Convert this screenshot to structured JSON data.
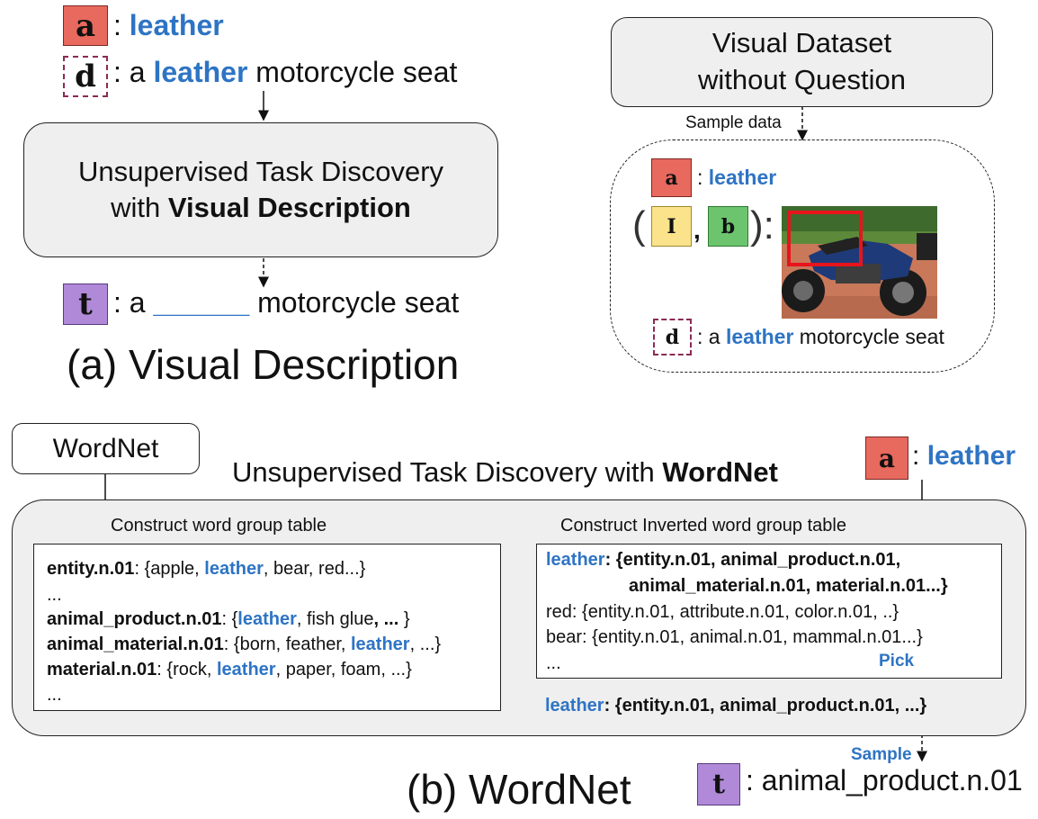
{
  "badges": {
    "a": "a",
    "d": "d",
    "t": "t",
    "i": "I",
    "b": "b"
  },
  "panel_a": {
    "attr_sep": ":",
    "attr_value": "leather",
    "desc_prefix": ": a",
    "desc_highlight": "leather",
    "desc_suffix": "motorcycle seat",
    "box_line1": "Unsupervised Task Discovery",
    "box_line2_prefix": "with",
    "box_line2_bold": "Visual Description",
    "task_prefix": ": a",
    "task_blank": "______",
    "task_suffix": "motorcycle seat",
    "caption": "(a) Visual Description"
  },
  "dataset": {
    "title_line1": "Visual Dataset",
    "title_line2": "without Question",
    "sample_label": "Sample data",
    "attr_sep": ":",
    "attr_value": "leather",
    "paren_open": "(",
    "comma": ",",
    "paren_close": "):",
    "desc_prefix": ": a",
    "desc_highlight": "leather",
    "desc_suffix": "motorcycle seat"
  },
  "panel_b": {
    "wordnet_box": "WordNet",
    "title_prefix": "Unsupervised Task Discovery with",
    "title_bold": "WordNet",
    "attr_sep": ":",
    "attr_value": "leather",
    "construct_label": "Construct word group table",
    "inverted_label": "Construct Inverted word group table",
    "left_table": {
      "r1_key": "entity.n.01",
      "r1_a": ": {apple,",
      "r1_hl": "leather",
      "r1_b": ", bear, red...}",
      "r2": "...",
      "r3_key": "animal_product.n.01",
      "r3_a": ": {",
      "r3_hl": "leather",
      "r3_b": ", fish glue",
      "r3_c": ", ...",
      "r3_d": " }",
      "r4_key": "animal_material.n.01",
      "r4_a": ": {born, feather,",
      "r4_hl": "leather",
      "r4_b": ", ...}",
      "r5_key": "material.n.01",
      "r5_a": ": {rock,",
      "r5_hl": "leather",
      "r5_b": ", paper, foam, ...}",
      "r6": "..."
    },
    "right_table": {
      "r1_hl": "leather",
      "r1_bold": ": {entity.n.01, animal_product.n.01,",
      "r2_bold": "animal_material.n.01, material.n.01...}",
      "r3": "red: {entity.n.01, attribute.n.01, color.n.01, ..}",
      "r4": "bear: {entity.n.01,  animal.n.01, mammal.n.01...}",
      "r5": "...",
      "pick": "Pick"
    },
    "result_hl": "leather",
    "result_bold": ": {entity.n.01, animal_product.n.01, ...}",
    "sample_label": "Sample",
    "task_value": ": animal_product.n.01",
    "caption": "(b) WordNet"
  },
  "colors": {
    "accent_blue": "#2e74c4",
    "badge_a": "#e8695e",
    "badge_t": "#b08ad8",
    "badge_i": "#fbe38c",
    "badge_b": "#6cc56e",
    "box_gray": "#efefef",
    "box_red": "#e8141b"
  }
}
